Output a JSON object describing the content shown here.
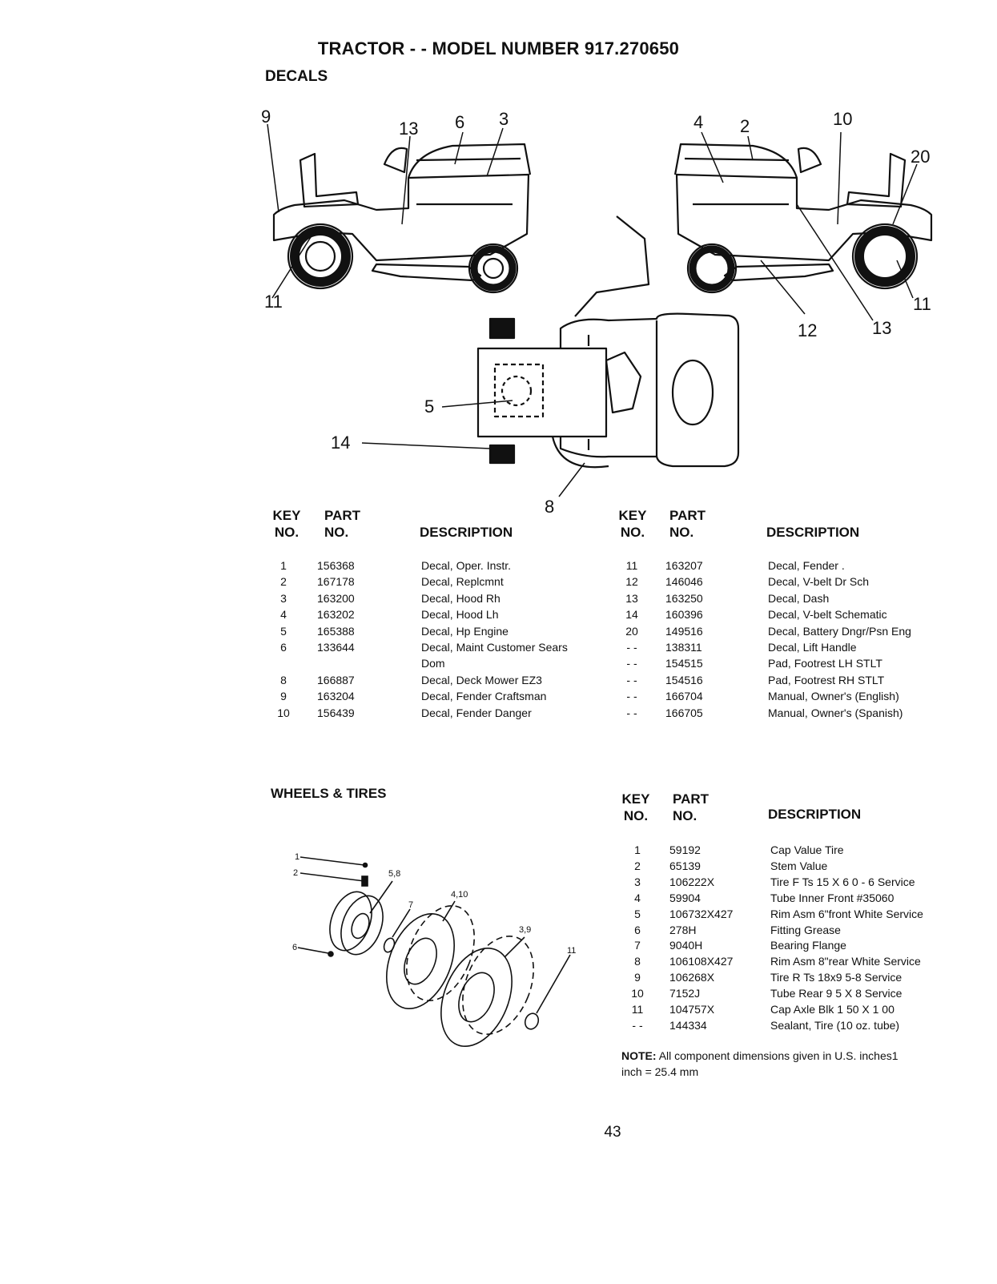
{
  "page": {
    "title": "TRACTOR - - MODEL NUMBER 917.270650",
    "page_number": "43"
  },
  "decals": {
    "section_title": "DECALS",
    "callouts": [
      "9",
      "13",
      "6",
      "3",
      "4",
      "2",
      "10",
      "20",
      "11",
      "11",
      "12",
      "13",
      "5",
      "14",
      "8"
    ],
    "headers": {
      "key": "KEY",
      "no": "NO.",
      "part": "PART",
      "part_no": "NO.",
      "description": "DESCRIPTION"
    },
    "left": [
      {
        "key": "1",
        "part": "156368",
        "desc": "Decal, Oper. Instr."
      },
      {
        "key": "2",
        "part": "167178",
        "desc": "Decal, Replcmnt"
      },
      {
        "key": "3",
        "part": "163200",
        "desc": "Decal, Hood Rh"
      },
      {
        "key": "4",
        "part": "163202",
        "desc": "Decal, Hood Lh"
      },
      {
        "key": "5",
        "part": "165388",
        "desc": "Decal, Hp Engine"
      },
      {
        "key": "6",
        "part": "133644",
        "desc": "Decal, Maint Customer Sears"
      },
      {
        "key": "",
        "part": "",
        "desc": "Dom"
      },
      {
        "key": "8",
        "part": "166887",
        "desc": "Decal, Deck Mower EZ3"
      },
      {
        "key": "9",
        "part": "163204",
        "desc": "Decal, Fender Craftsman"
      },
      {
        "key": "10",
        "part": "156439",
        "desc": "Decal, Fender Danger"
      }
    ],
    "right": [
      {
        "key": "11",
        "part": "163207",
        "desc": "Decal, Fender    ."
      },
      {
        "key": "12",
        "part": "146046",
        "desc": "Decal, V-belt Dr Sch"
      },
      {
        "key": "13",
        "part": "163250",
        "desc": "Decal, Dash"
      },
      {
        "key": "14",
        "part": "160396",
        "desc": "Decal, V-belt Schematic"
      },
      {
        "key": "20",
        "part": "149516",
        "desc": "Decal, Battery Dngr/Psn Eng"
      },
      {
        "key": "- -",
        "part": "138311",
        "desc": "Decal, Lift Handle"
      },
      {
        "key": "- -",
        "part": "154515",
        "desc": "Pad, Footrest LH STLT"
      },
      {
        "key": "- -",
        "part": "154516",
        "desc": "Pad, Footrest RH STLT"
      },
      {
        "key": "- -",
        "part": "166704",
        "desc": "Manual, Owner's (English)"
      },
      {
        "key": "- -",
        "part": "166705",
        "desc": "Manual, Owner's (Spanish)"
      }
    ]
  },
  "wheels": {
    "section_title": "WHEELS & TIRES",
    "callouts": [
      "1",
      "2",
      "5,8",
      "4,10",
      "7",
      "3,9",
      "6",
      "11"
    ],
    "headers": {
      "key": "KEY",
      "no": "NO.",
      "part": "PART",
      "part_no": "NO.",
      "description": "DESCRIPTION"
    },
    "rows": [
      {
        "key": "1",
        "part": "59192",
        "desc": "Cap Value Tire"
      },
      {
        "key": "2",
        "part": "65139",
        "desc": "Stem Value"
      },
      {
        "key": "3",
        "part": "106222X",
        "desc": "Tire F Ts 15 X 6 0 - 6 Service"
      },
      {
        "key": "4",
        "part": "59904",
        "desc": "Tube Inner Front #35060"
      },
      {
        "key": "5",
        "part": "106732X427",
        "desc": "Rim Asm 6\"front White Service"
      },
      {
        "key": "6",
        "part": "278H",
        "desc": "Fitting Grease"
      },
      {
        "key": "7",
        "part": "9040H",
        "desc": "Bearing Flange"
      },
      {
        "key": "8",
        "part": "106108X427",
        "desc": "Rim Asm 8\"rear White Service"
      },
      {
        "key": "9",
        "part": "106268X",
        "desc": "Tire R Ts 18x9 5-8 Service"
      },
      {
        "key": "10",
        "part": "7152J",
        "desc": "Tube Rear 9 5 X 8 Service"
      },
      {
        "key": "11",
        "part": "104757X",
        "desc": "Cap Axle Blk 1 50 X 1 00"
      },
      {
        "key": "- -",
        "part": "144334",
        "desc": "Sealant, Tire (10 oz. tube)"
      }
    ],
    "note_label": "NOTE:",
    "note_text": "All component dimensions given in U.S. inches1",
    "note_line2": "inch = 25.4 mm"
  }
}
